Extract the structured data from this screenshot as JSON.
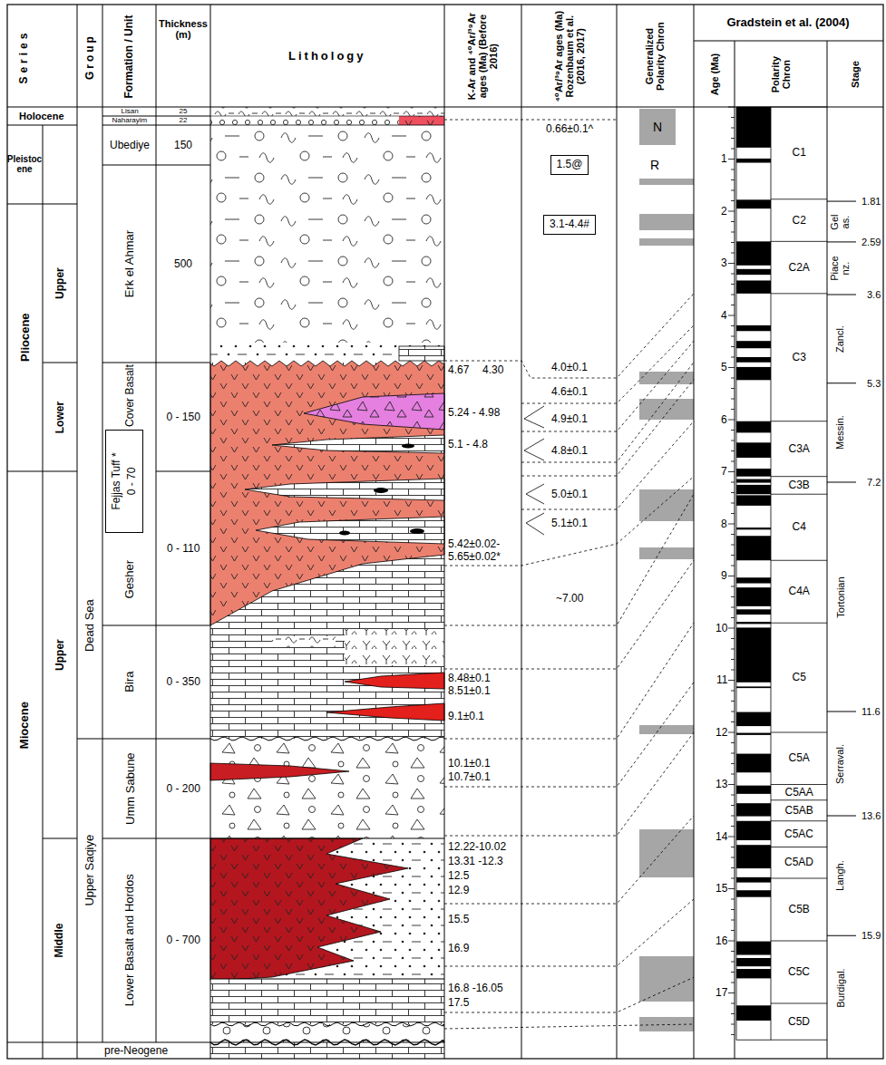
{
  "diagram": {
    "nodes": [
      {
        "text": [
          "N"
        ]
      },
      {
        "text": [
          "1.5@"
        ]
      },
      {
        "text": [
          "3.1-4.4#"
        ]
      },
      {
        "text": [
          "Fejjas Tuff *",
          "0 - 70"
        ]
      }
    ],
    "labels": [
      "Series",
      "Group",
      "Formation / Unit",
      "Thickness (m)",
      "Lithology",
      "K-Ar and ⁴⁰Ar/³⁹Ar ages (Ma) (Before 2016)",
      "⁴⁰Ar/³⁹Ar ages (Ma) Rozenbaum et al. (2016, 2017)",
      "Generalized Polarity Chron",
      "Gradstein et al. (2004)",
      "Age (Ma)",
      "Polarity Chron",
      "Stage",
      "Holocene",
      "Pleistoc ene",
      "Pliocene",
      "Upper",
      "Lower",
      "Miocene",
      "Upper",
      "Middle",
      "Dead Sea",
      "Upper Saqiye",
      "Lisan",
      "Naharayim",
      "Ubediye",
      "Erk el Ahmar",
      "Cover Basalt",
      "Gesher",
      "Bira",
      "Umm Sabune",
      "Lower Basalt and Hordos",
      "pre-Neogene",
      "25",
      "22",
      "150",
      "500",
      "0 - 150",
      "0 - 110",
      "0 - 350",
      "0 - 200",
      "0 - 700",
      "4.67",
      "4.30",
      "5.24 - 4.98",
      "5.1 - 4.8",
      "5.42±0.02-",
      "5.65±0.02*",
      "8.48±0.1",
      "8.51±0.1",
      "9.1±0.1",
      "10.1±0.1",
      "10.7±0.1",
      "12.22-10.02",
      "13.31 -12.3",
      "12.5",
      "12.9",
      "15.5",
      "16.9",
      "16.8 -16.05",
      "17.5",
      "0.66±0.1^",
      "4.0±0.1",
      "4.6±0.1",
      "4.9±0.1",
      "4.8±0.1",
      "5.0±0.1",
      "5.1±0.1",
      "~7.00",
      "R",
      "1",
      "2",
      "3",
      "4",
      "5",
      "6",
      "7",
      "8",
      "9",
      "10",
      "11",
      "12",
      "13",
      "14",
      "15",
      "16",
      "17",
      "C1",
      "C2",
      "C2A",
      "C3",
      "C3A",
      "C3B",
      "C4",
      "C4A",
      "C5",
      "C5A",
      "C5AA",
      "C5AB",
      "C5AC",
      "C5AD",
      "C5B",
      "C5C",
      "C5D",
      "Gel as.",
      "Piace nz.",
      "Zancl.",
      "Messin.",
      "Tortonian",
      "Serraval.",
      "Langh.",
      "Burdigal.",
      "1.81",
      "2.59",
      "3.6",
      "5.3",
      "7.2",
      "11.6",
      "13.6",
      "15.9"
    ]
  }
}
